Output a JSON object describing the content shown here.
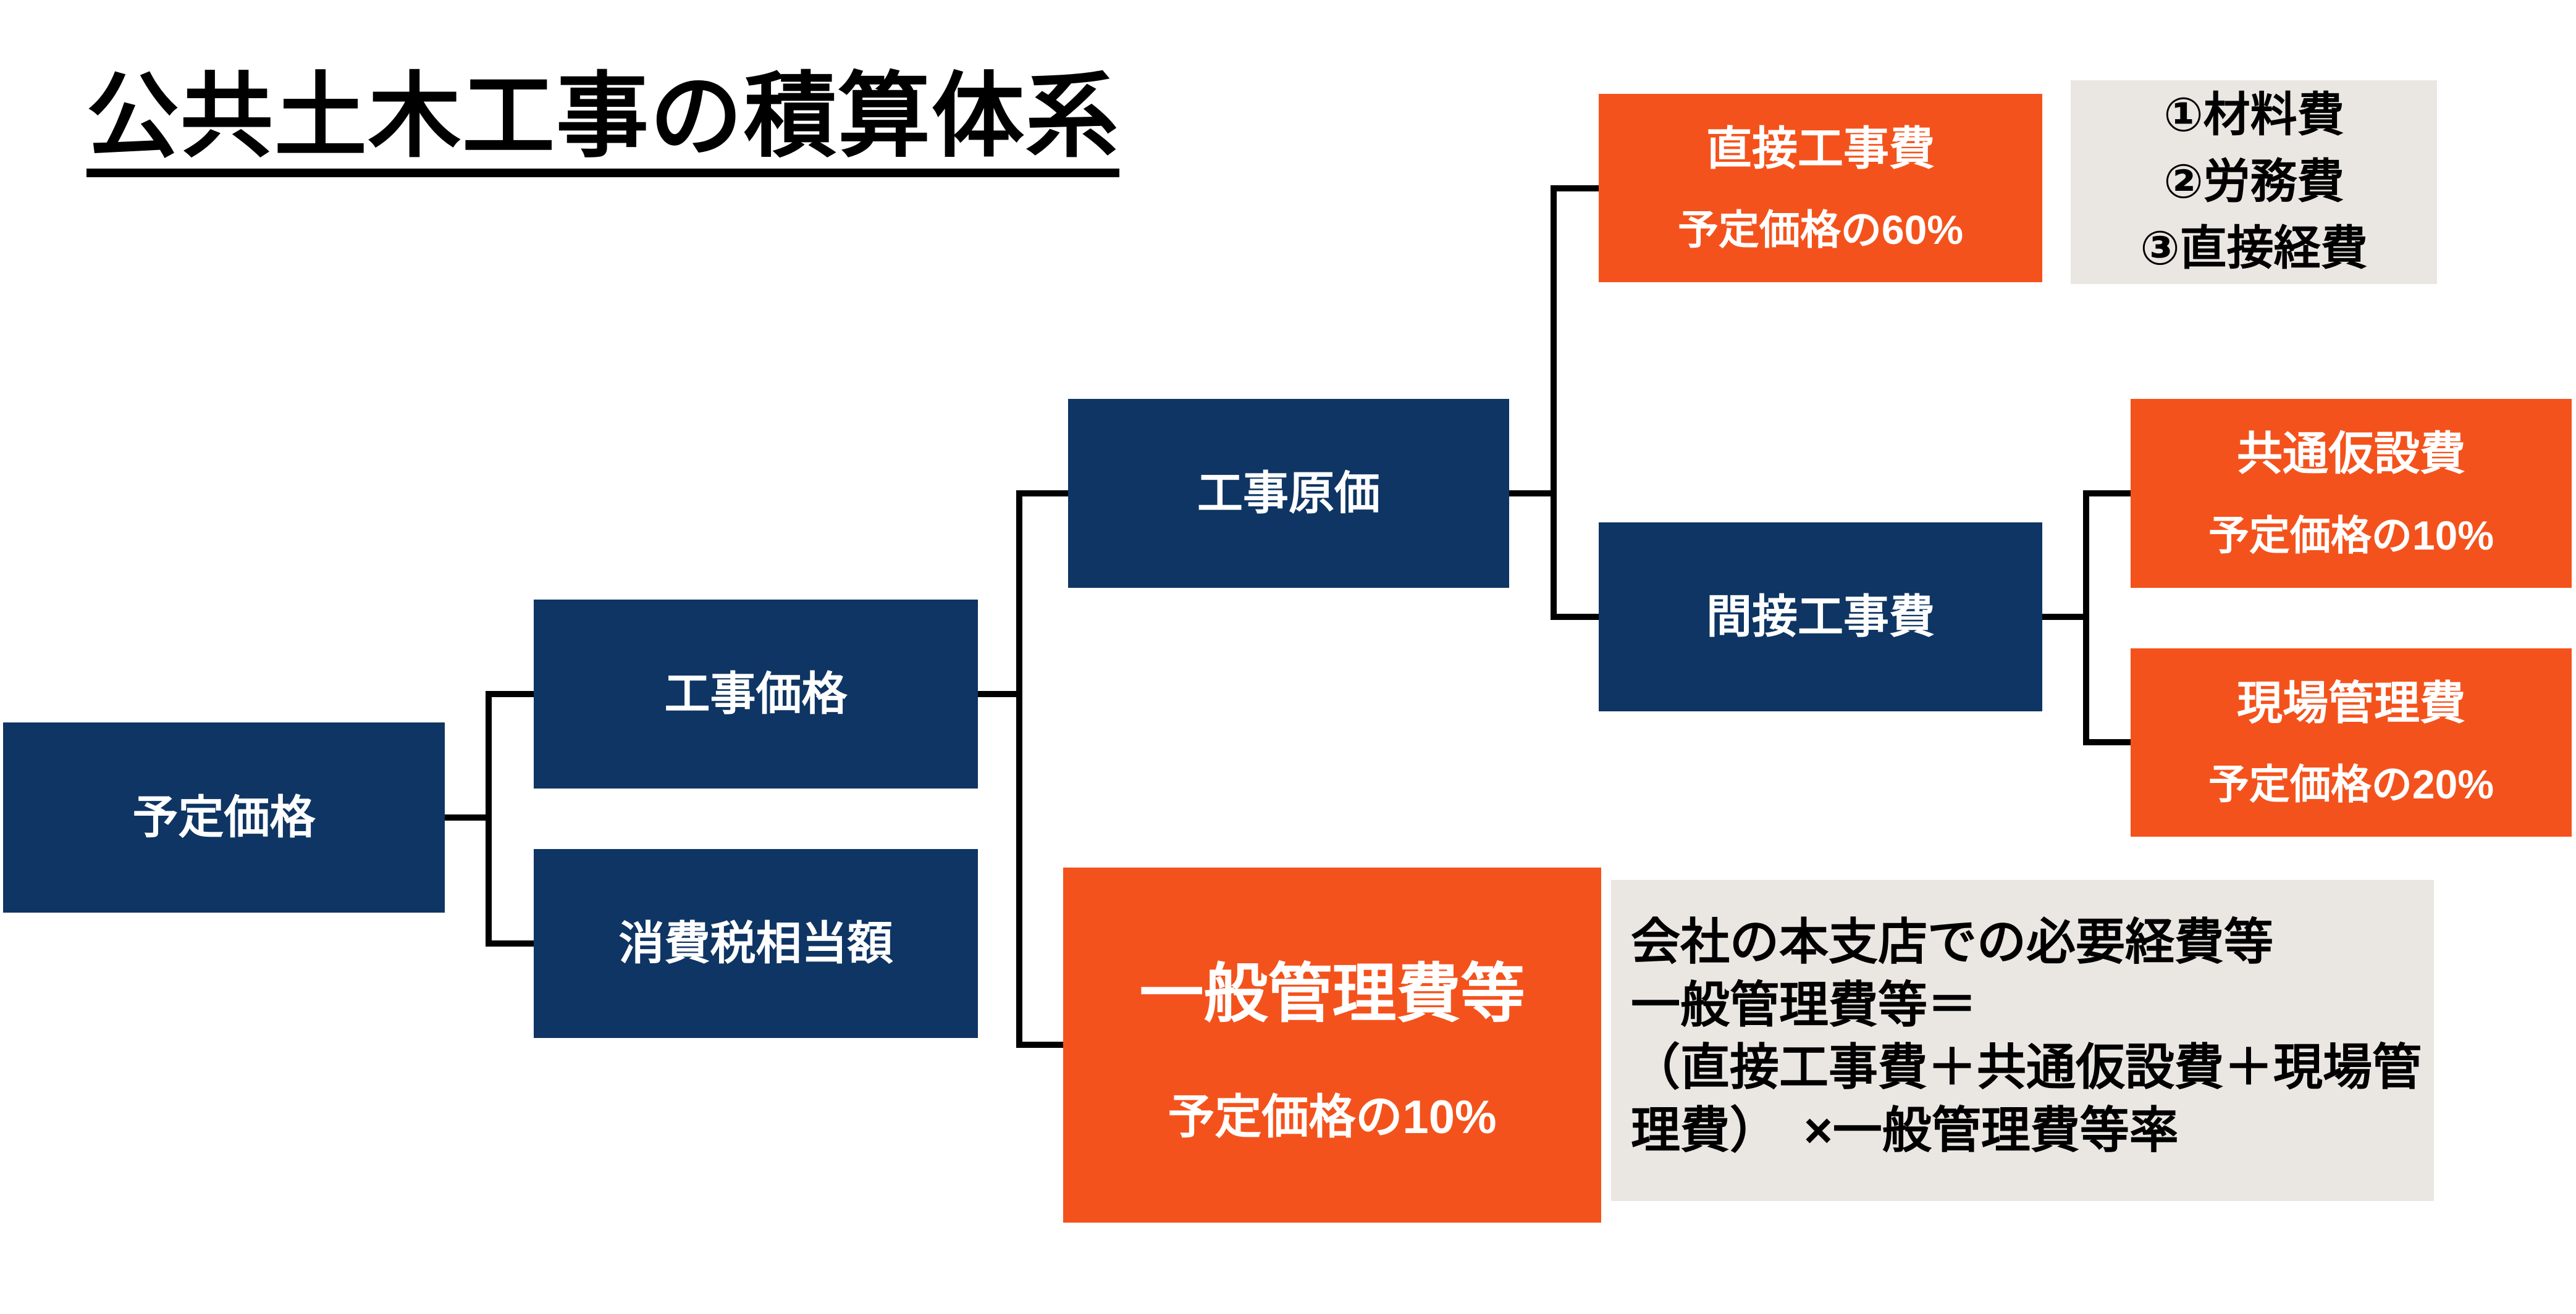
{
  "title": "公共土木工事の積算体系",
  "colors": {
    "navy": "#0E3563",
    "orange": "#F4521C",
    "note_background": "#EAE6E2",
    "connector_line": "#000000",
    "text_on_boxes": "#FFFFFF",
    "title_text": "#000000"
  },
  "nodes": {
    "planned_price": {
      "label": "予定価格"
    },
    "construction_price": {
      "label": "工事価格"
    },
    "consumption_tax": {
      "label": "消費税相当額"
    },
    "construction_cost": {
      "label": "工事原価"
    },
    "general_admin": {
      "label": "一般管理費等",
      "sublabel": "予定価格の10%"
    },
    "direct_construction": {
      "label": "直接工事費",
      "sublabel": "予定価格の60%"
    },
    "indirect_construction": {
      "label": "間接工事費"
    },
    "common_temporary": {
      "label": "共通仮設費",
      "sublabel": "予定価格の10%"
    },
    "site_management": {
      "label": "現場管理費",
      "sublabel": "予定価格の20%"
    }
  },
  "notes": {
    "direct_cost_breakdown": {
      "lines": [
        "①材料費",
        "②労務費",
        "③直接経費"
      ]
    },
    "general_admin_explanation": {
      "lines": [
        "会社の本支店での必要経費等",
        "一般管理費等＝",
        "（直接工事費＋共通仮設費＋現場管",
        "理費）　×一般管理費等率"
      ]
    }
  }
}
